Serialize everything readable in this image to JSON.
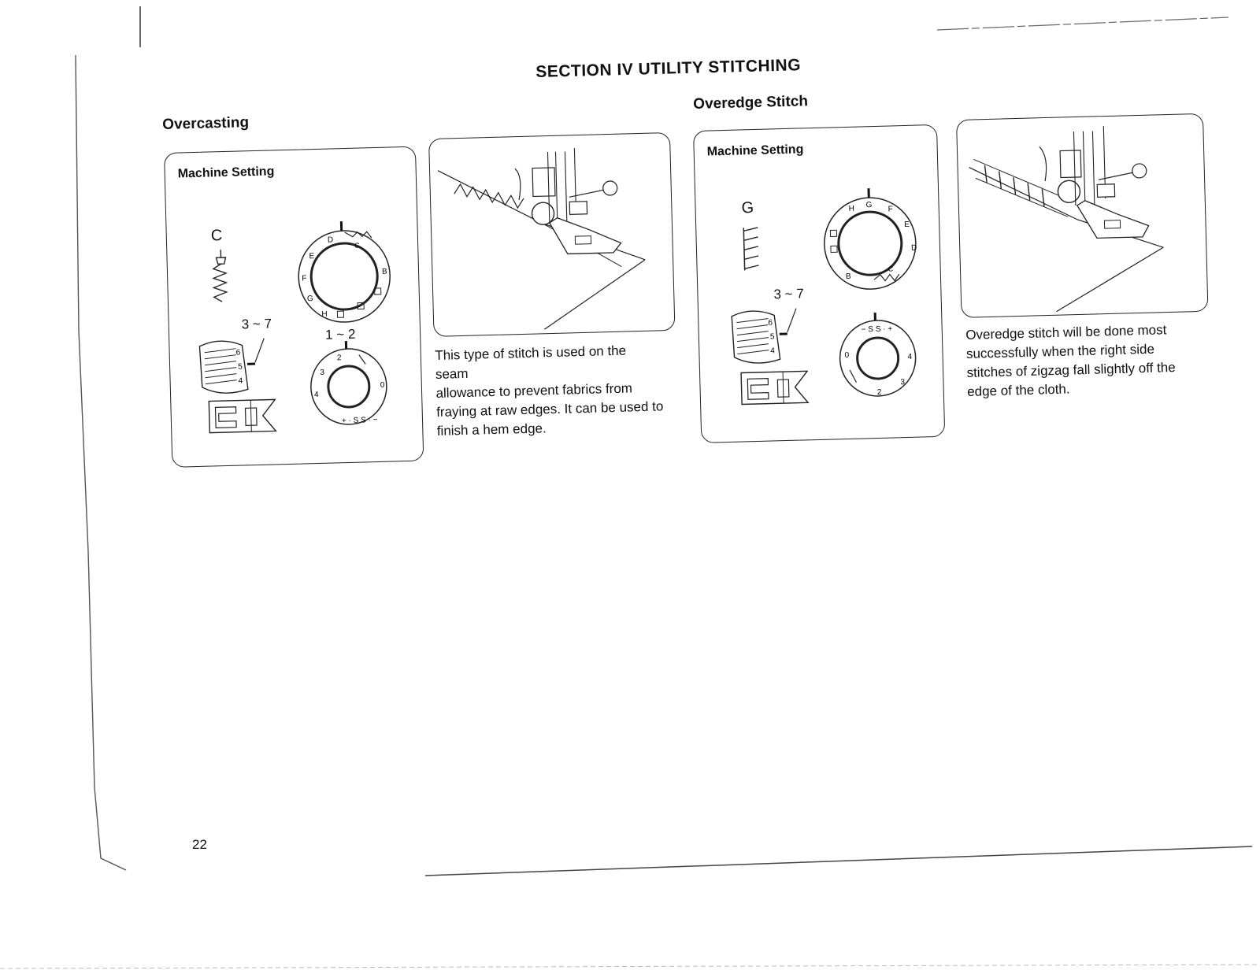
{
  "page": {
    "section_title": "SECTION  IV  UTILITY STITCHING",
    "page_number": "22"
  },
  "overcasting": {
    "heading": "Overcasting",
    "machine_setting_label": "Machine Setting",
    "pattern_letter": "C",
    "length_range": "3 ~ 7",
    "width_range": "1 ~ 2",
    "description_lines": [
      "This type of stitch is used on the",
      "seam",
      "allowance to prevent fabrics from",
      "fraying at raw edges. It can be used to",
      "finish a hem edge."
    ]
  },
  "overedge": {
    "heading": "Overedge Stitch",
    "machine_setting_label": "Machine Setting",
    "pattern_letter": "G",
    "length_range": "3 ~ 7",
    "description_lines": [
      "Overedge stitch will be done most",
      "successfully when the right side",
      "stitches of zigzag fall slightly off the",
      "edge of the cloth."
    ]
  }
}
